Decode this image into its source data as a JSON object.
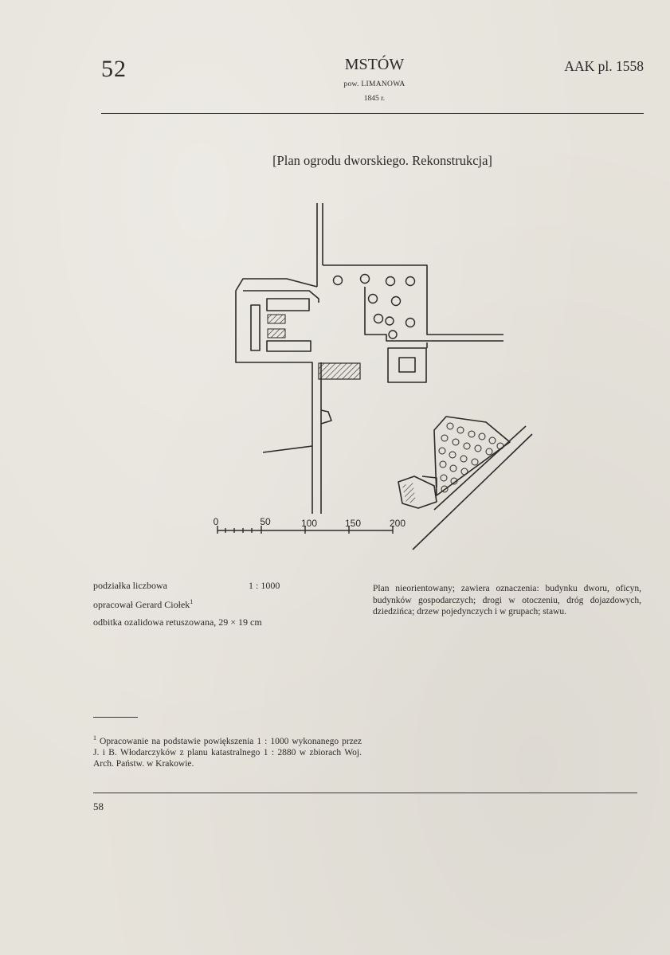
{
  "header": {
    "plate_number": "52",
    "place_name": "MSTÓW",
    "district": "pow. LIMANOWA",
    "year": "1845 r.",
    "archive_ref": "AAK pl. 1558"
  },
  "map": {
    "title": "[Plan ogrodu dworskiego. Rekonstrukcja]",
    "scale_bar_labels": [
      "0",
      "50",
      "100",
      "150",
      "200"
    ]
  },
  "legend": {
    "scale_label": "podziałka liczbowa",
    "scale_value": "1 : 1000",
    "author_label": "opracował Gerard Ciołek",
    "author_footnote_mark": "1",
    "print_label": "odbitka ozalidowa retuszowana, 29 × 19 cm"
  },
  "description": "Plan nieorientowany; zawiera oznaczenia: budynku dworu, oficyn, budynków gospodarczych; drogi w otoczeniu, dróg dojazdowych, dziedzińca; drzew pojedynczych i w grupach; stawu.",
  "footnote": {
    "mark": "1",
    "text": "Opracowanie na podstawie powiększenia 1 : 1000 wykonanego przez J. i B. Włodarczyków z planu katastralnego 1 : 2880 w zbiorach Woj. Arch. Państw. w Krakowie."
  },
  "page_number": "58",
  "colors": {
    "paper": "#e6e3db",
    "ink": "#2b2a28"
  }
}
